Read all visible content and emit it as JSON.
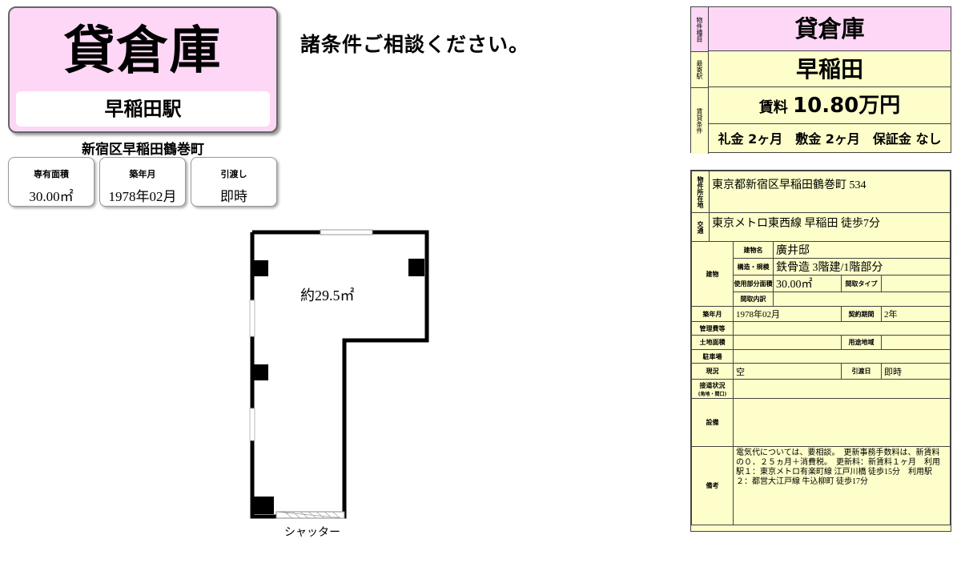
{
  "card": {
    "property_type": "貸倉庫",
    "station": "早稲田駅",
    "address": "新宿区早稲田鶴巻町",
    "area_label": "専有面積",
    "area_value": "30.00㎡",
    "built_label": "築年月",
    "built_value": "1978年02月",
    "handover_label": "引渡し",
    "handover_value": "即時"
  },
  "consult_text": "諸条件ご相談ください。",
  "summary": {
    "side_type": "物件種目",
    "side_station": "最寄駅",
    "side_terms": "賃貸条件",
    "type": "貸倉庫",
    "station": "早稲田",
    "rent_label": "賃料",
    "rent_value": "10.80万円",
    "fees": "礼金 2ヶ月　敷金 2ヶ月　保証金 なし"
  },
  "plan": {
    "area": "約29.5㎡",
    "shutter": "シャッター"
  },
  "detail": {
    "location_label": "物件所在地",
    "location": "東京都新宿区早稲田鶴巻町 534",
    "transport_label": "交通",
    "transport": "東京メトロ東西線 早稲田 徒歩7分",
    "building_label": "建物",
    "bname_label": "建物名",
    "bname": "廣井邸",
    "structure_label": "構造・規模",
    "structure": "鉄骨造 3階建/1階部分",
    "usable_area_label": "使用部分面積",
    "usable_area": "30.00㎡",
    "layout_type_label": "間取タイプ",
    "layout_type": "",
    "layout_detail_label": "間取内訳",
    "layout_detail": "",
    "built_label": "築年月",
    "built": "1978年02月",
    "contract_label": "契約期間",
    "contract": "2年",
    "mgmt_label": "管理費等",
    "mgmt": "",
    "land_label": "土地面積",
    "land": "",
    "zoning_label": "用途地域",
    "zoning": "",
    "parking_label": "駐車場",
    "parking": "",
    "status_label": "現況",
    "status": "空",
    "handover_label": "引渡日",
    "handover": "即時",
    "road_label": "接道状況",
    "road_sub": "(角地・間口)",
    "road": "",
    "equipment_label": "設備",
    "equipment": "",
    "remarks_label": "備考",
    "remarks": "電気代については、要相談。　更新事務手数料は、新賃料の０．２５ヵ月＋消費税。　更新料：新賃料１ヶ月　利用駅１：東京メトロ有楽町線 江戸川橋 徒歩15分　利用駅２：都営大江戸線 牛込柳町 徒歩17分"
  }
}
